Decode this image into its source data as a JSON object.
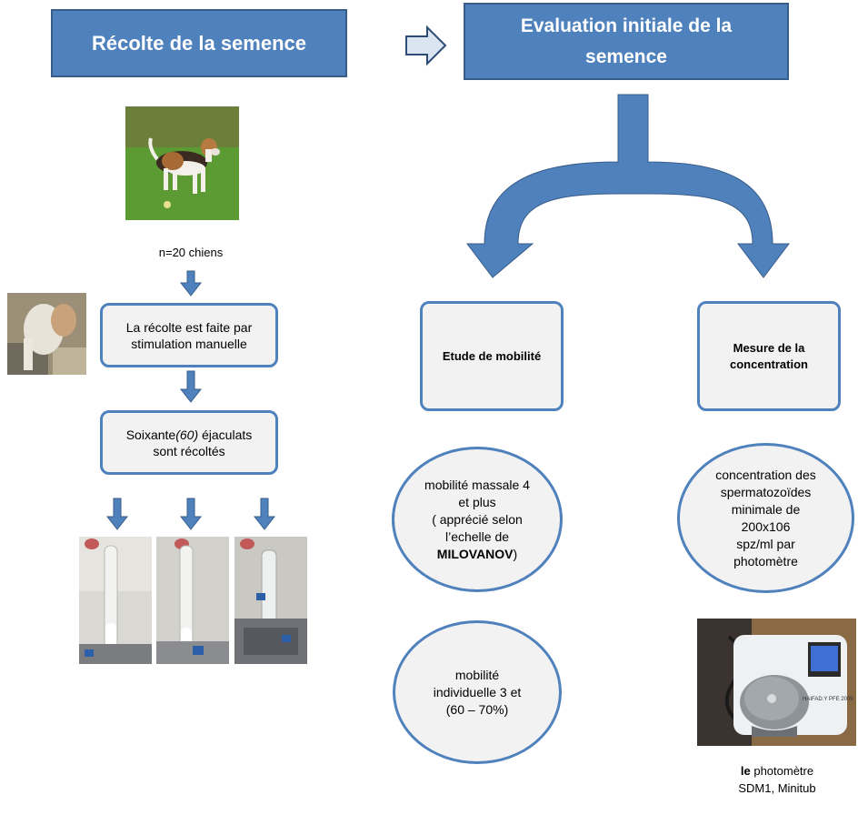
{
  "header": {
    "left_title": "Récolte de la semence",
    "right_title_line1": "Evaluation initiale de la",
    "right_title_line2": "semence"
  },
  "left": {
    "dog_caption": "n=20 chiens",
    "step1_line1": "La récolte est faite par",
    "step1_line2": "stimulation manuelle",
    "step2_prefix": "Soixante",
    "step2_italic": "(60)",
    "step2_suffix": " éjaculats",
    "step2_line2": "sont récoltés"
  },
  "right": {
    "mobility_title": "Etude de mobilité",
    "concentration_line1": "Mesure de la",
    "concentration_line2": "concentration",
    "mass_line1": "mobilité massale 4",
    "mass_line2": "et plus",
    "mass_line3": "( apprécié selon",
    "mass_line4": "l’echelle de",
    "mass_bold": "MILOVANOV",
    "mass_close": ")",
    "indiv_line1": "mobilité",
    "indiv_line2": "individuelle 3 et",
    "indiv_line3": "(60 – 70%)",
    "conc_line1": "concentration des",
    "conc_line2": "spermatozoïdes",
    "conc_line3": "minimale de",
    "conc_line4": "200x106",
    "conc_line5": "spz/ml  par",
    "conc_line6": "photomètre",
    "photometer_label": "HAIFAD.Y   PFE 2009",
    "photo_caption_bold": "le",
    "photo_caption_rest": " photomètre",
    "photo_caption_line2": "SDM1, Minitub"
  },
  "colors": {
    "accent": "#4f81bd",
    "accent_border": "#385d8a",
    "box_fill": "#f2f2f2"
  }
}
